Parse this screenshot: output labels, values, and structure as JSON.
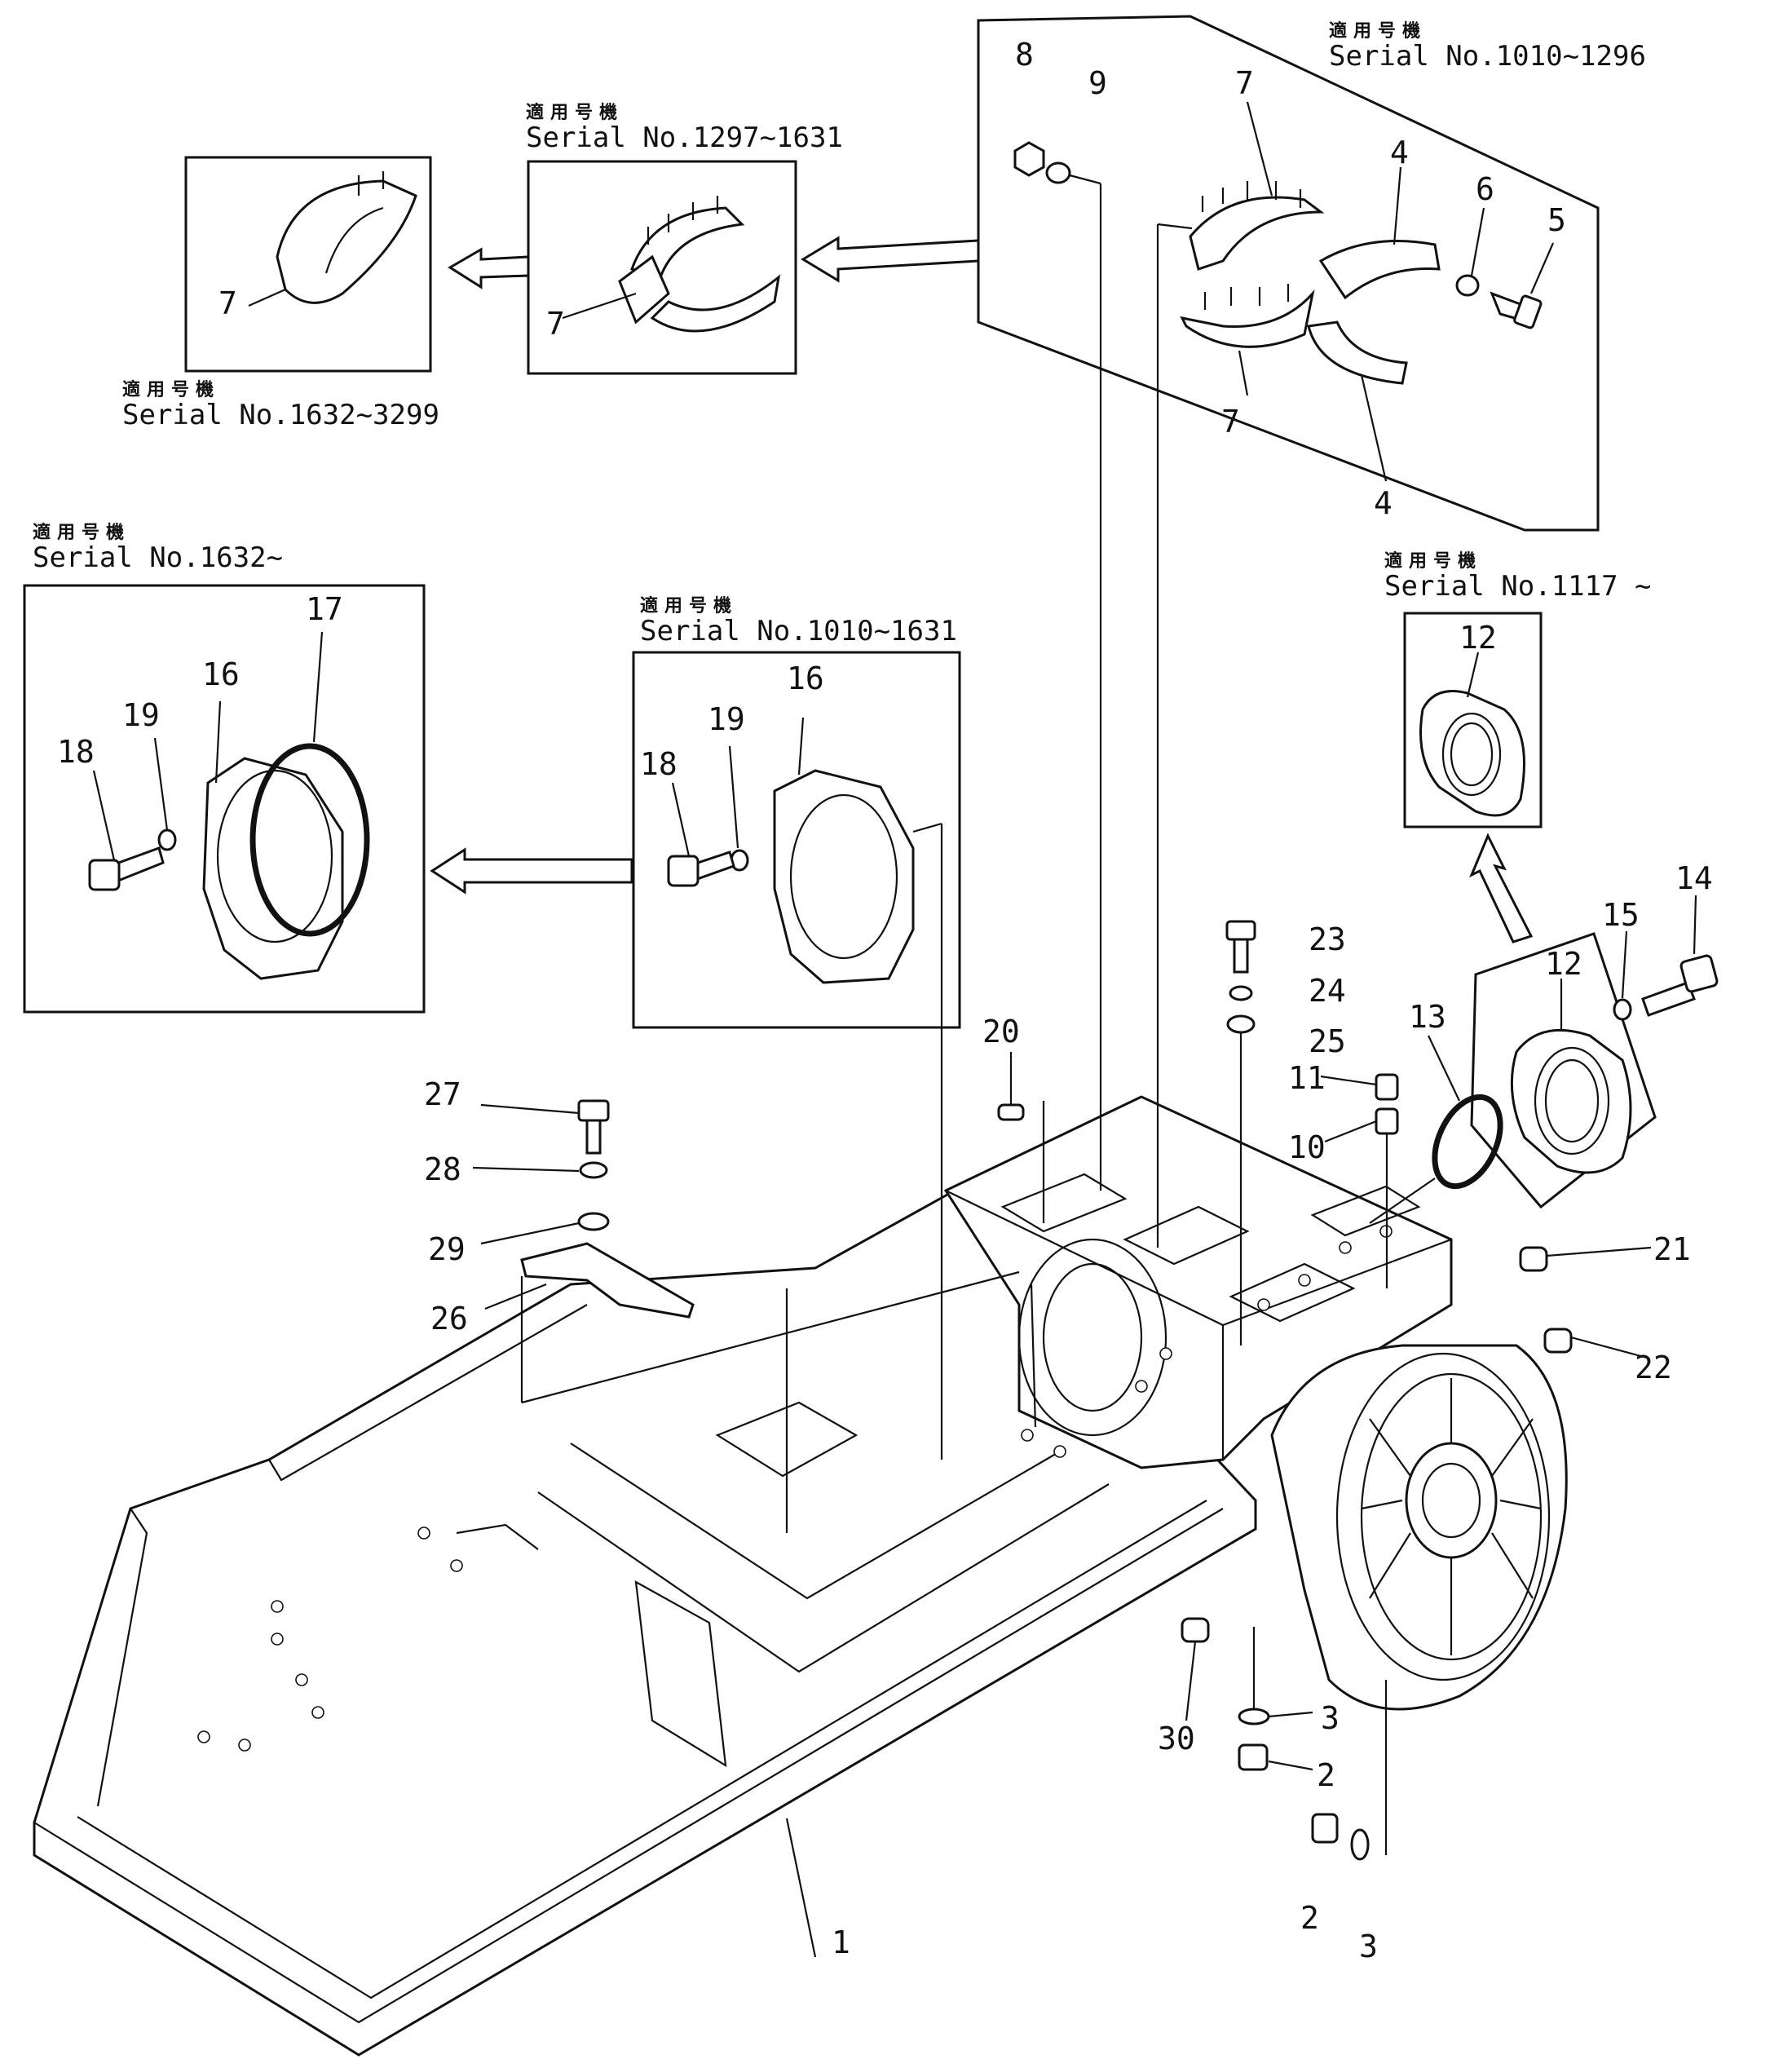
{
  "diagram": {
    "insets": [
      {
        "id": "inset-serial-1010-1296",
        "jp": "適用号機",
        "serial": "Serial  No.1010~1296"
      },
      {
        "id": "inset-serial-1297-1631",
        "jp": "適用号機",
        "serial": "Serial  No.1297~1631"
      },
      {
        "id": "inset-serial-1632-3299",
        "jp": "適用号機",
        "serial": "Serial  No.1632~3299"
      },
      {
        "id": "inset-serial-1632",
        "jp": "適用号機",
        "serial": "Serial  No.1632~"
      },
      {
        "id": "inset-serial-1010-1631",
        "jp": "適用号機",
        "serial": "Serial  No.1010~1631"
      },
      {
        "id": "inset-serial-1117",
        "jp": "適用号機",
        "serial": "Serial  No.1117 ~"
      }
    ],
    "callouts": [
      "1",
      "2",
      "2",
      "3",
      "3",
      "4",
      "4",
      "5",
      "6",
      "7",
      "7",
      "7",
      "7",
      "8",
      "9",
      "10",
      "11",
      "12",
      "12",
      "13",
      "14",
      "15",
      "16",
      "16",
      "17",
      "18",
      "18",
      "19",
      "19",
      "20",
      "21",
      "22",
      "23",
      "24",
      "25",
      "26",
      "27",
      "28",
      "29",
      "30"
    ]
  }
}
